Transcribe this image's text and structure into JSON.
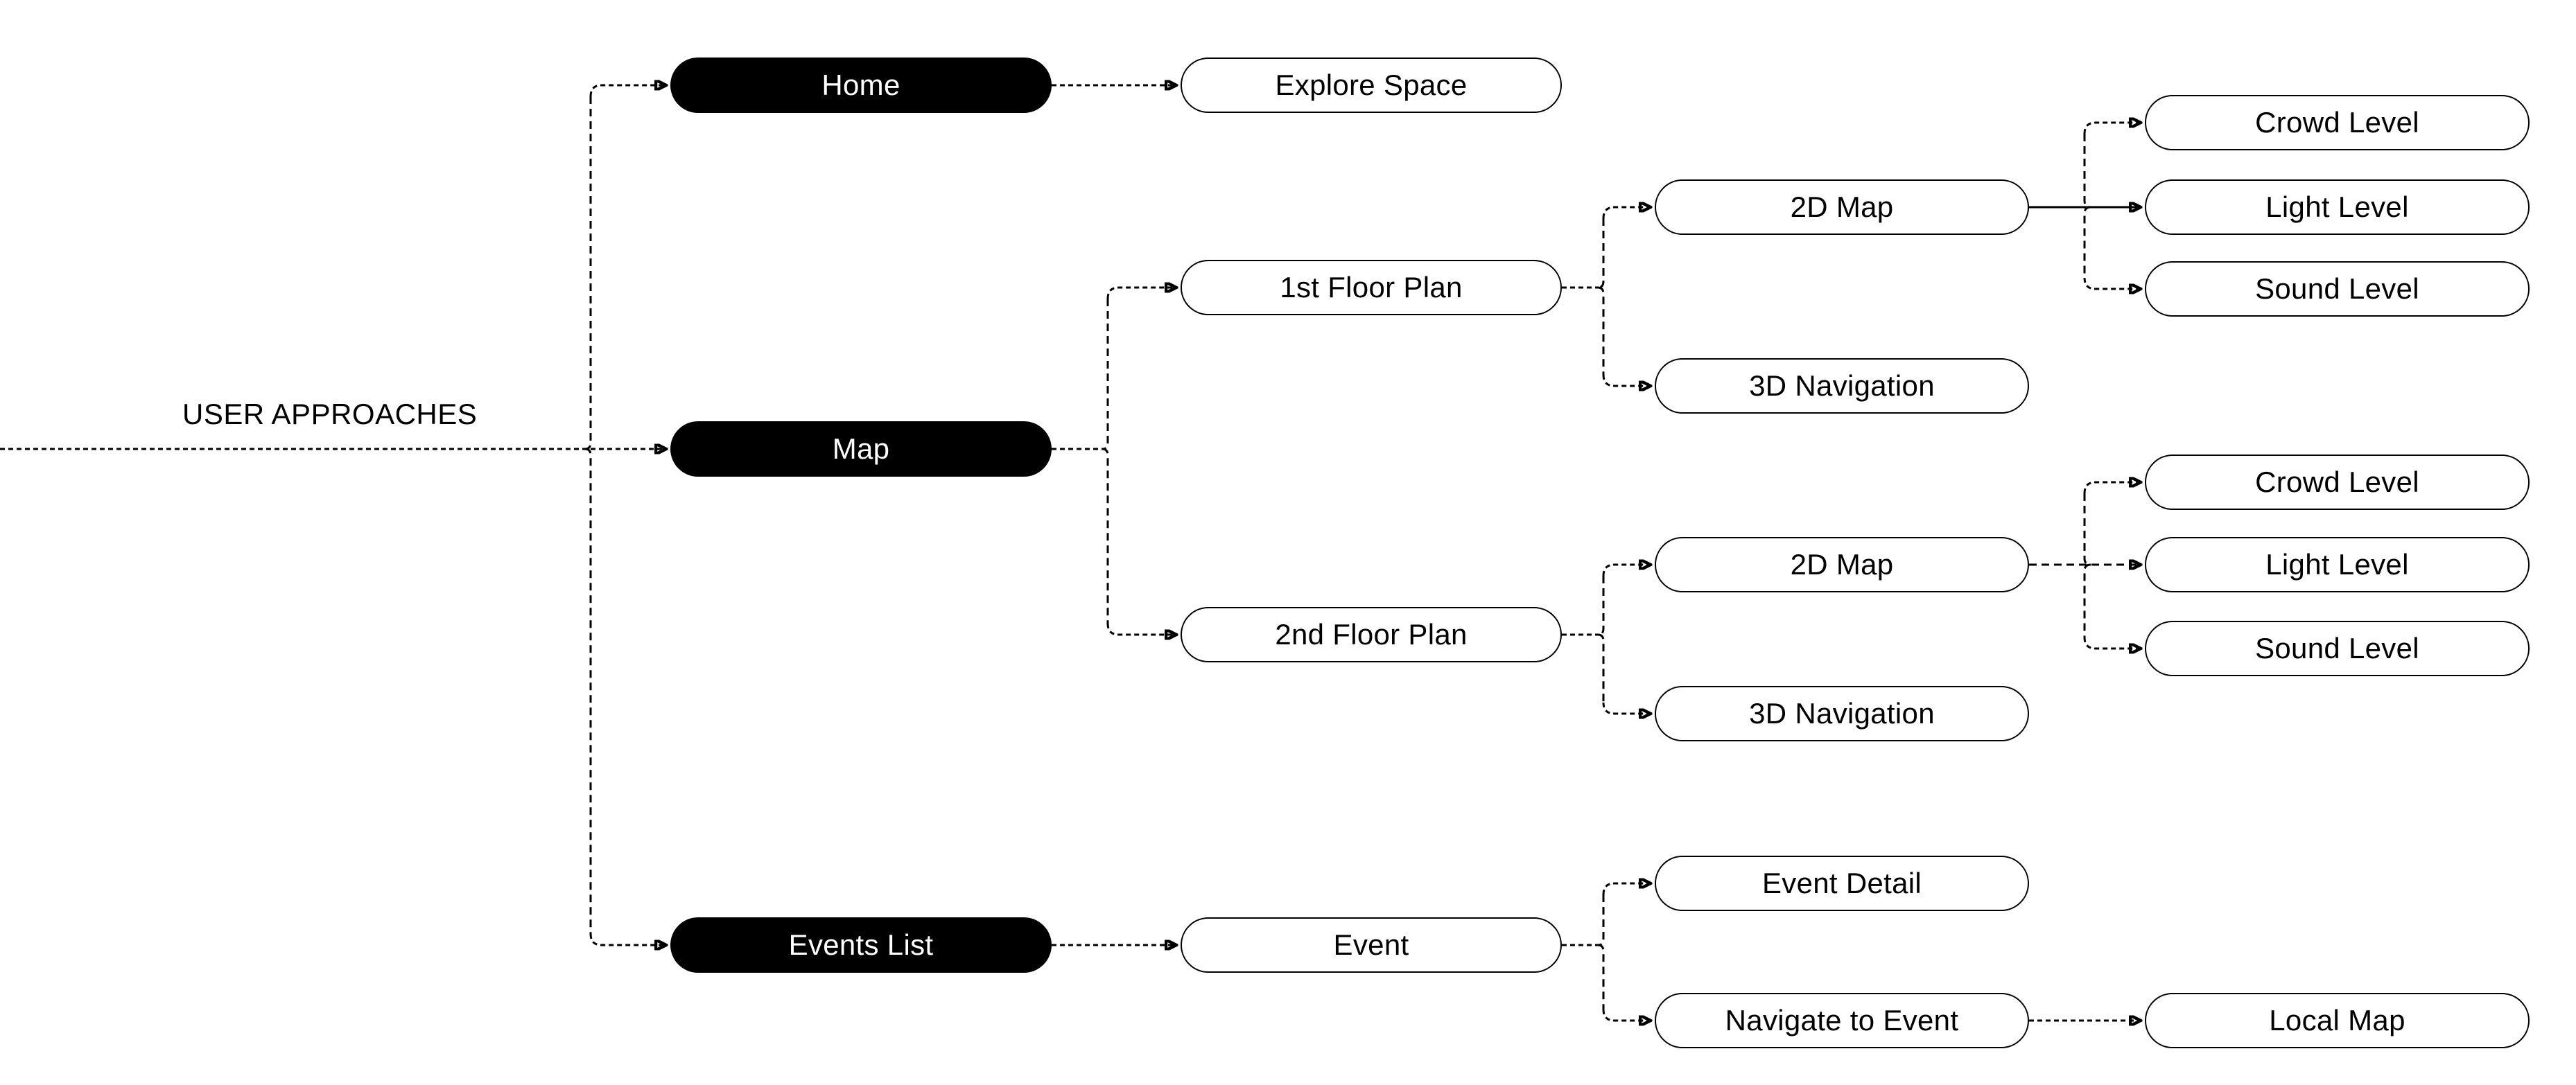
{
  "diagram": {
    "title": "USER APPROACHES",
    "colors": {
      "background": "#ffffff",
      "root_node_fill": "#000000",
      "root_node_text": "#ffffff",
      "child_node_fill": "#ffffff",
      "child_node_border": "#000000",
      "connector": "#000000"
    },
    "nodes": {
      "home": {
        "label": "Home",
        "kind": "root"
      },
      "map": {
        "label": "Map",
        "kind": "root"
      },
      "events_list": {
        "label": "Events List",
        "kind": "root"
      },
      "explore_space": {
        "label": "Explore Space",
        "kind": "child"
      },
      "floor1": {
        "label": "1st Floor Plan",
        "kind": "child"
      },
      "floor2": {
        "label": "2nd Floor Plan",
        "kind": "child"
      },
      "event": {
        "label": "Event",
        "kind": "child"
      },
      "map2d_1": {
        "label": "2D Map",
        "kind": "child"
      },
      "nav3d_1": {
        "label": "3D Navigation",
        "kind": "child"
      },
      "map2d_2": {
        "label": "2D Map",
        "kind": "child"
      },
      "nav3d_2": {
        "label": "3D Navigation",
        "kind": "child"
      },
      "crowd_1": {
        "label": "Crowd Level",
        "kind": "child"
      },
      "light_1": {
        "label": "Light Level",
        "kind": "child"
      },
      "sound_1": {
        "label": "Sound Level",
        "kind": "child"
      },
      "crowd_2": {
        "label": "Crowd Level",
        "kind": "child"
      },
      "light_2": {
        "label": "Light Level",
        "kind": "child"
      },
      "sound_2": {
        "label": "Sound Level",
        "kind": "child"
      },
      "event_detail": {
        "label": "Event Detail",
        "kind": "child"
      },
      "navigate_to_event": {
        "label": "Navigate to Event",
        "kind": "child"
      },
      "local_map": {
        "label": "Local Map",
        "kind": "child"
      }
    },
    "edges": [
      {
        "from": "user_approaches",
        "to": "home",
        "style": "dotted"
      },
      {
        "from": "user_approaches",
        "to": "map",
        "style": "dotted"
      },
      {
        "from": "user_approaches",
        "to": "events_list",
        "style": "dotted"
      },
      {
        "from": "home",
        "to": "explore_space",
        "style": "dotted"
      },
      {
        "from": "map",
        "to": "floor1",
        "style": "dotted"
      },
      {
        "from": "map",
        "to": "floor2",
        "style": "dotted"
      },
      {
        "from": "floor1",
        "to": "map2d_1",
        "style": "dotted"
      },
      {
        "from": "floor1",
        "to": "nav3d_1",
        "style": "dotted"
      },
      {
        "from": "map2d_1",
        "to": "crowd_1",
        "style": "dotted"
      },
      {
        "from": "map2d_1",
        "to": "light_1",
        "style": "solid"
      },
      {
        "from": "map2d_1",
        "to": "sound_1",
        "style": "dotted"
      },
      {
        "from": "floor2",
        "to": "map2d_2",
        "style": "dotted"
      },
      {
        "from": "floor2",
        "to": "nav3d_2",
        "style": "dotted"
      },
      {
        "from": "map2d_2",
        "to": "crowd_2",
        "style": "dotted"
      },
      {
        "from": "map2d_2",
        "to": "light_2",
        "style": "dashed"
      },
      {
        "from": "map2d_2",
        "to": "sound_2",
        "style": "dotted"
      },
      {
        "from": "events_list",
        "to": "event",
        "style": "dotted"
      },
      {
        "from": "event",
        "to": "event_detail",
        "style": "dotted"
      },
      {
        "from": "event",
        "to": "navigate_to_event",
        "style": "dotted"
      },
      {
        "from": "navigate_to_event",
        "to": "local_map",
        "style": "dotted"
      }
    ]
  }
}
